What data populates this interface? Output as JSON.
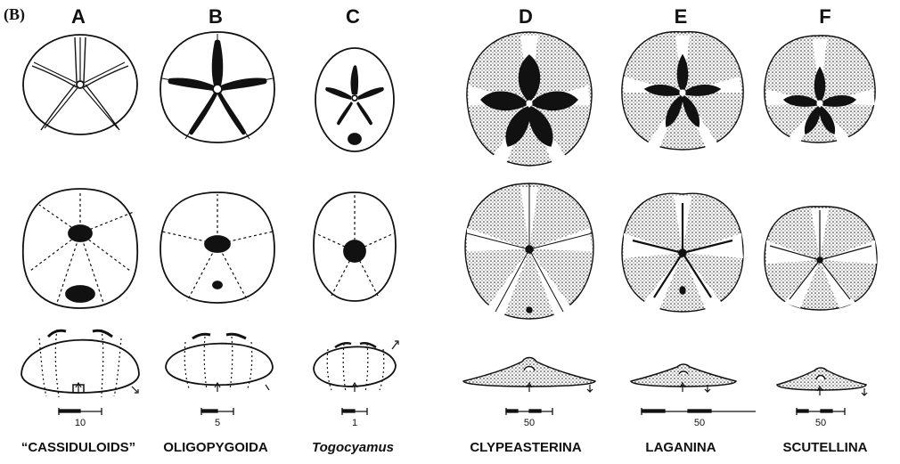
{
  "panel_label": "(B)",
  "columns": [
    {
      "letter": "A",
      "name": "“CASSIDULOIDS”",
      "italic": false,
      "scale": "10"
    },
    {
      "letter": "B",
      "name": "OLIGOPYGOIDA",
      "italic": false,
      "scale": "5"
    },
    {
      "letter": "C",
      "name": "Togocyamus",
      "italic": true,
      "scale": "1"
    },
    {
      "letter": "D",
      "name": "CLYPEASTERINA",
      "italic": false,
      "scale": "50"
    },
    {
      "letter": "E",
      "name": "LAGANINA",
      "italic": false,
      "scale": "50"
    },
    {
      "letter": "F",
      "name": "SCUTELLINA",
      "italic": false,
      "scale": "50"
    }
  ]
}
